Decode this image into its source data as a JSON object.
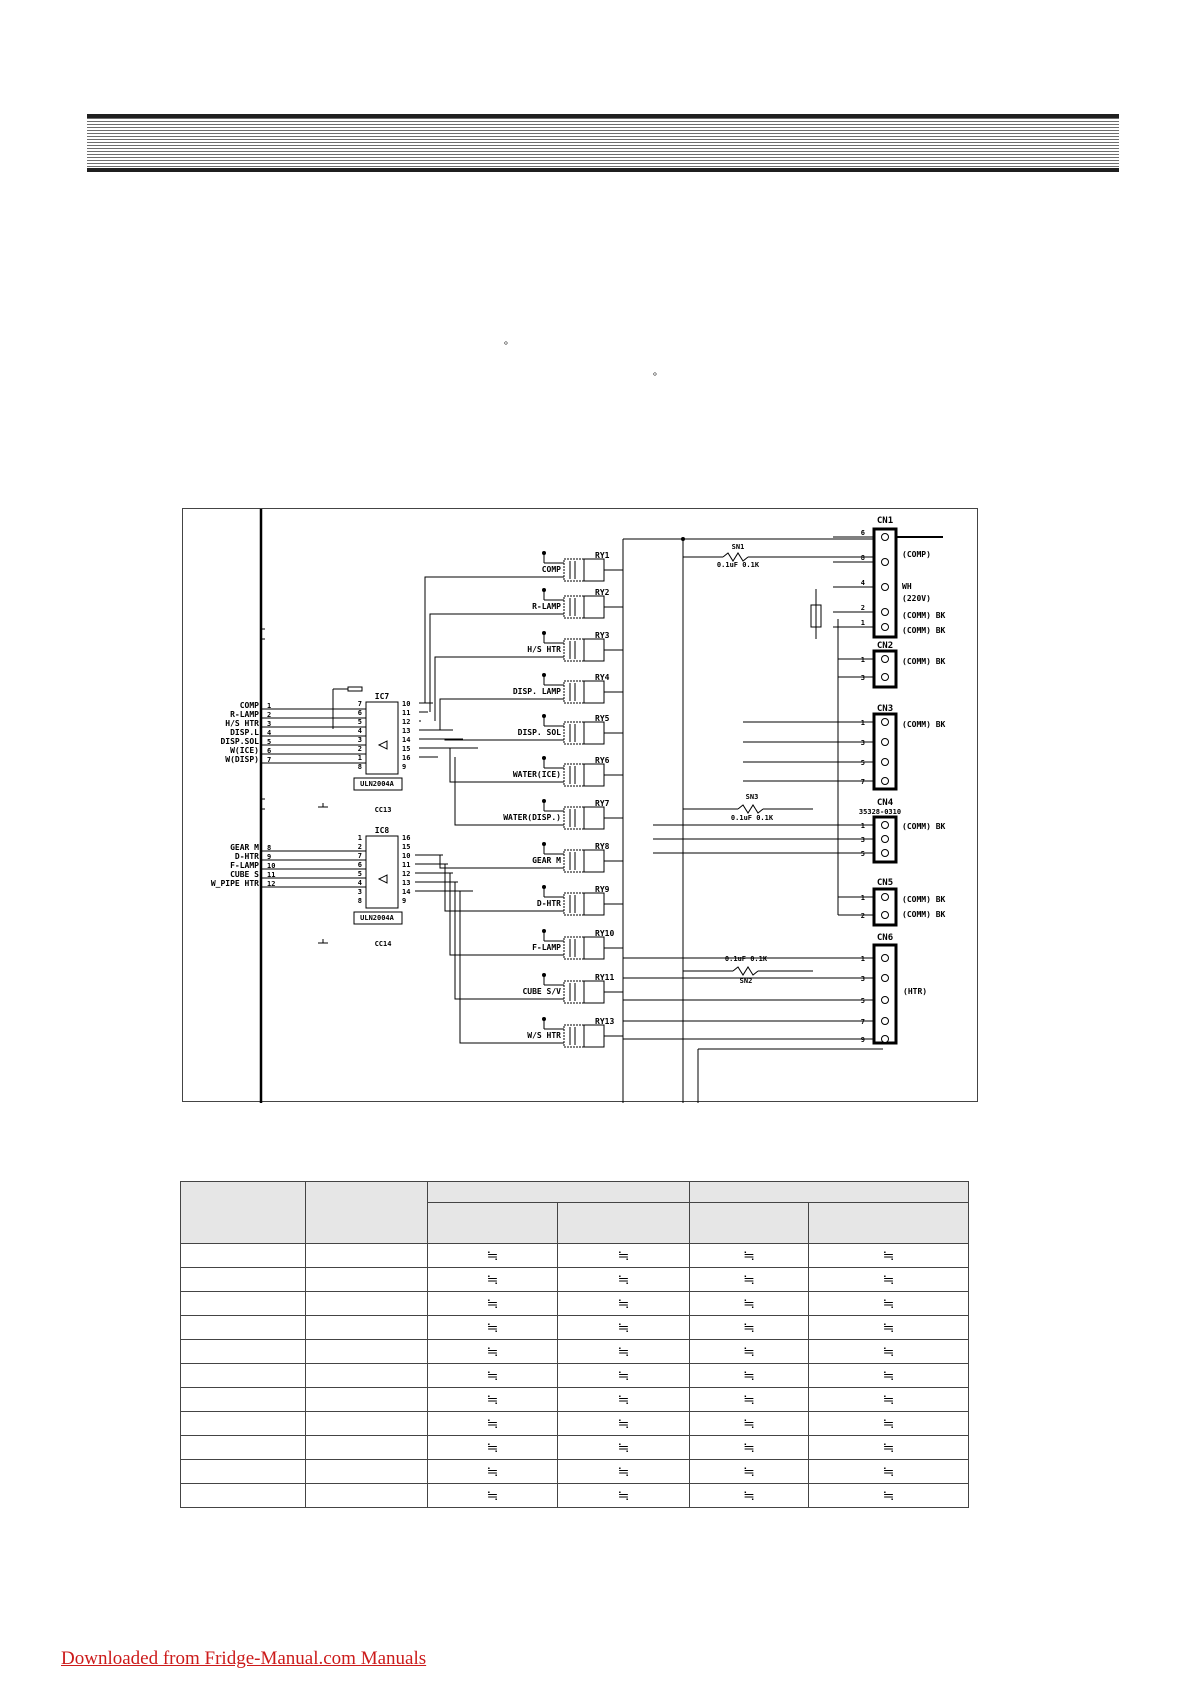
{
  "page": {
    "degree_mark_1": "。",
    "degree_mark_2": "。"
  },
  "schematic": {
    "cn1": "CN1",
    "cn2": "CN2",
    "cn3": "CN3",
    "cn4": "CN4",
    "cn5": "CN5",
    "cn6": "CN6",
    "cn4_part": "35328-0310",
    "ic7": "IC7",
    "ic8": "IC8",
    "ic7_part": "ULN2004A",
    "ic8_part": "ULN2004A",
    "cc13": "CC13",
    "cc14": "CC14",
    "sn1": "SN1",
    "sn1_value": "0.1uF 0.1K",
    "sn2": "SN2",
    "sn2_value": "0.1uF 0.1K",
    "sn3": "SN3",
    "sn3_value": "0.1uF 0.1K",
    "input_signals": [
      {
        "name": "COMP",
        "pin": "1"
      },
      {
        "name": "R-LAMP",
        "pin": "2"
      },
      {
        "name": "H/S HTR",
        "pin": "3"
      },
      {
        "name": "DISP.L",
        "pin": "4"
      },
      {
        "name": "DISP.SOL",
        "pin": "5"
      },
      {
        "name": "W(ICE)",
        "pin": "6"
      },
      {
        "name": "W(DISP)",
        "pin": "7"
      },
      {
        "name": "GEAR M",
        "pin": "8"
      },
      {
        "name": "D-HTR",
        "pin": "9"
      },
      {
        "name": "F-LAMP",
        "pin": "10"
      },
      {
        "name": "CUBE S",
        "pin": "11"
      },
      {
        "name": "W_PIPE HTR",
        "pin": "12"
      }
    ],
    "ic7_left_pins": [
      "7",
      "6",
      "5",
      "4",
      "3",
      "2",
      "1",
      "8"
    ],
    "ic7_right_pins": [
      "10",
      "11",
      "12",
      "13",
      "14",
      "15",
      "16",
      "9"
    ],
    "ic8_left_pins": [
      "1",
      "2",
      "7",
      "6",
      "5",
      "4",
      "3",
      "8"
    ],
    "ic8_right_pins": [
      "16",
      "15",
      "10",
      "11",
      "12",
      "13",
      "14",
      "9"
    ],
    "relays": [
      {
        "load": "COMP",
        "ry": "RY1"
      },
      {
        "load": "R-LAMP",
        "ry": "RY2"
      },
      {
        "load": "H/S HTR",
        "ry": "RY3"
      },
      {
        "load": "DISP. LAMP",
        "ry": "RY4"
      },
      {
        "load": "DISP. SOL",
        "ry": "RY5"
      },
      {
        "load": "WATER(ICE)",
        "ry": "RY6"
      },
      {
        "load": "WATER(DISP.)",
        "ry": "RY7"
      },
      {
        "load": "GEAR M",
        "ry": "RY8"
      },
      {
        "load": "D-HTR",
        "ry": "RY9"
      },
      {
        "load": "F-LAMP",
        "ry": "RY10"
      },
      {
        "load": "CUBE S/V",
        "ry": "RY11"
      },
      {
        "load": "W/S HTR",
        "ry": "RY13"
      }
    ],
    "cn1_pins": [
      "6",
      "8",
      "4",
      "2",
      "1"
    ],
    "cn1_labels": [
      "(COMP)",
      "WH",
      "(220V)",
      "(COMM) BK",
      "(COMM) BK"
    ],
    "cn2_pins": [
      "1",
      "3"
    ],
    "cn2_label": "(COMM) BK",
    "cn3_pins": [
      "1",
      "3",
      "5",
      "7"
    ],
    "cn3_label": "(COMM) BK",
    "cn4_pins": [
      "1",
      "3",
      "5"
    ],
    "cn4_label": "(COMM) BK",
    "cn5_pins": [
      "1",
      "2"
    ],
    "cn5_labels": [
      "(COMM) BK",
      "(COMM) BK"
    ],
    "cn6_pins": [
      "1",
      "3",
      "5",
      "7",
      "9"
    ],
    "cn6_label": "(HTR)"
  },
  "table": {
    "approx_symbol": "≒",
    "row_count": 11
  },
  "footer": {
    "link_text": "Downloaded from Fridge-Manual.com Manuals"
  }
}
